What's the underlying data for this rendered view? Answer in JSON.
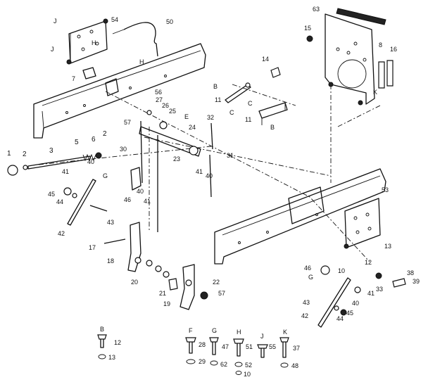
{
  "callouts": [
    {
      "id": "c1",
      "text": "1"
    },
    {
      "id": "c2",
      "text": "2"
    },
    {
      "id": "c3",
      "text": "3"
    },
    {
      "id": "c5",
      "text": "5"
    },
    {
      "id": "c6",
      "text": "6"
    },
    {
      "id": "c2b",
      "text": "2"
    },
    {
      "id": "c30",
      "text": "30"
    },
    {
      "id": "c41",
      "text": "41"
    },
    {
      "id": "c40",
      "text": "40"
    },
    {
      "id": "cG1",
      "text": "G"
    },
    {
      "id": "c46",
      "text": "46"
    },
    {
      "id": "c45",
      "text": "45"
    },
    {
      "id": "c44",
      "text": "44"
    },
    {
      "id": "c43",
      "text": "43"
    },
    {
      "id": "c42",
      "text": "42"
    },
    {
      "id": "c17",
      "text": "17"
    },
    {
      "id": "c18",
      "text": "18"
    },
    {
      "id": "c20",
      "text": "20"
    },
    {
      "id": "c21",
      "text": "21"
    },
    {
      "id": "c19",
      "text": "19"
    },
    {
      "id": "c22",
      "text": "22"
    },
    {
      "id": "c57b",
      "text": "57"
    },
    {
      "id": "c40b",
      "text": "40"
    },
    {
      "id": "c41b",
      "text": "41"
    },
    {
      "id": "c23",
      "text": "23"
    },
    {
      "id": "c57",
      "text": "57"
    },
    {
      "id": "c56",
      "text": "56"
    },
    {
      "id": "c27",
      "text": "27"
    },
    {
      "id": "c26",
      "text": "26"
    },
    {
      "id": "c25",
      "text": "25"
    },
    {
      "id": "cE",
      "text": "E"
    },
    {
      "id": "c24",
      "text": "24"
    },
    {
      "id": "c32",
      "text": "32"
    },
    {
      "id": "c31",
      "text": "31"
    },
    {
      "id": "c41c",
      "text": "41"
    },
    {
      "id": "c40c",
      "text": "40"
    },
    {
      "id": "cJ1",
      "text": "J"
    },
    {
      "id": "cJ2",
      "text": "J"
    },
    {
      "id": "c54",
      "text": "54"
    },
    {
      "id": "cH1",
      "text": "H"
    },
    {
      "id": "c50",
      "text": "50"
    },
    {
      "id": "cH2",
      "text": "H"
    },
    {
      "id": "c7",
      "text": "7"
    },
    {
      "id": "c63",
      "text": "63"
    },
    {
      "id": "c15",
      "text": "15"
    },
    {
      "id": "c8",
      "text": "8"
    },
    {
      "id": "c16",
      "text": "16"
    },
    {
      "id": "c14",
      "text": "14"
    },
    {
      "id": "cB1",
      "text": "B"
    },
    {
      "id": "cC1",
      "text": "C"
    },
    {
      "id": "c11a",
      "text": "11"
    },
    {
      "id": "cC2",
      "text": "C"
    },
    {
      "id": "c11b",
      "text": "11"
    },
    {
      "id": "cB2",
      "text": "B"
    },
    {
      "id": "cK",
      "text": "K"
    },
    {
      "id": "c53",
      "text": "53"
    },
    {
      "id": "c13",
      "text": "13"
    },
    {
      "id": "c46b",
      "text": "46"
    },
    {
      "id": "c10",
      "text": "10"
    },
    {
      "id": "cG2",
      "text": "G"
    },
    {
      "id": "c12",
      "text": "12"
    },
    {
      "id": "c33",
      "text": "33"
    },
    {
      "id": "c38",
      "text": "38"
    },
    {
      "id": "c39",
      "text": "39"
    },
    {
      "id": "c43b",
      "text": "43"
    },
    {
      "id": "c42b",
      "text": "42"
    },
    {
      "id": "c44b",
      "text": "44"
    },
    {
      "id": "c45b",
      "text": "45"
    },
    {
      "id": "c40d",
      "text": "40"
    },
    {
      "id": "c41d",
      "text": "41"
    }
  ],
  "legend": [
    {
      "letter": "B",
      "number": "12",
      "washer": "13"
    },
    {
      "letter": "F",
      "number": "28",
      "washer": "29"
    },
    {
      "letter": "G",
      "number": "47",
      "washer": "62"
    },
    {
      "letter": "H",
      "number": "51",
      "washer": "52",
      "washer2": "10"
    },
    {
      "letter": "J",
      "number": "55"
    },
    {
      "letter": "K",
      "number": "37",
      "washer": "48"
    }
  ]
}
